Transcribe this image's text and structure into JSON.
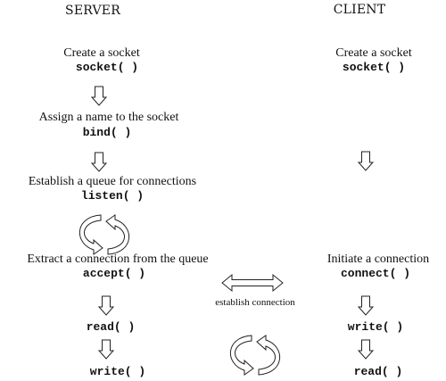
{
  "server": {
    "heading": "SERVER",
    "steps": [
      {
        "description": "Create a socket",
        "call": "socket( )"
      },
      {
        "description": "Assign a name to the socket",
        "call": "bind( )"
      },
      {
        "description": "Establish a queue for connections",
        "call": "listen( )"
      },
      {
        "description": "Extract a connection from the queue",
        "call": "accept( )"
      },
      {
        "call": "read( )"
      },
      {
        "call": "write( )"
      }
    ]
  },
  "client": {
    "heading": "CLIENT",
    "steps": [
      {
        "description": "Create a socket",
        "call": "socket( )"
      },
      {
        "description": "Initiate a connection",
        "call": "connect( )"
      },
      {
        "call": "write( )"
      },
      {
        "call": "read( )"
      }
    ]
  },
  "connection_label": "establish connection",
  "icons": {
    "down_arrow": "down-arrow-icon",
    "cycle": "cycle-arrows-icon",
    "double_arrow": "double-headed-arrow-icon"
  }
}
